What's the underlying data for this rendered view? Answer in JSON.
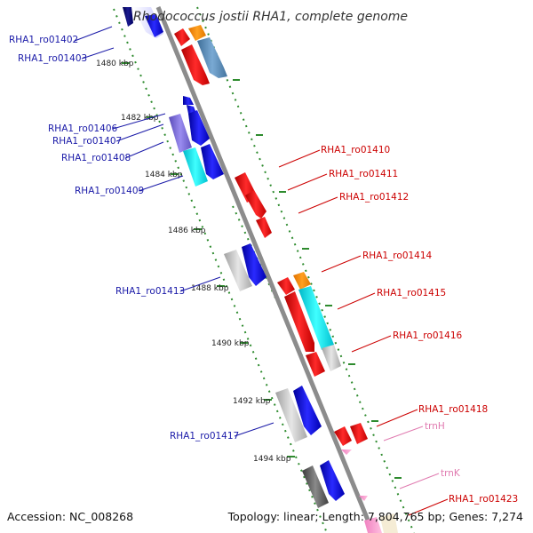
{
  "title": "Rhodococcus jostii RHA1, complete genome",
  "footer": {
    "accession": "Accession: NC_008268",
    "summary": "Topology: linear; Length: 7,804,765 bp; Genes: 7,274"
  },
  "colors": {
    "backbone": "#8c8c8c",
    "frame": "#2e8b2e",
    "left_label": "#1a1aa8",
    "right_label": "#cc0000",
    "rna_label": "#e07bb0"
  },
  "ticks": [
    "1480 kbp",
    "1482 kbp",
    "1484 kbp",
    "1486 kbp",
    "1488 kbp",
    "1490 kbp",
    "1492 kbp",
    "1494 kbp"
  ],
  "left_labels": [
    "RHA1_ro01402",
    "RHA1_ro01403",
    "RHA1_ro01406",
    "RHA1_ro01407",
    "RHA1_ro01408",
    "RHA1_ro01409",
    "RHA1_ro01413",
    "RHA1_ro01417"
  ],
  "right_labels": [
    "RHA1_ro01410",
    "RHA1_ro01411",
    "RHA1_ro01412",
    "RHA1_ro01414",
    "RHA1_ro01415",
    "RHA1_ro01416",
    "RHA1_ro01418",
    "RHA1_ro01423"
  ],
  "rna_labels": [
    "trnH",
    "trnK"
  ]
}
